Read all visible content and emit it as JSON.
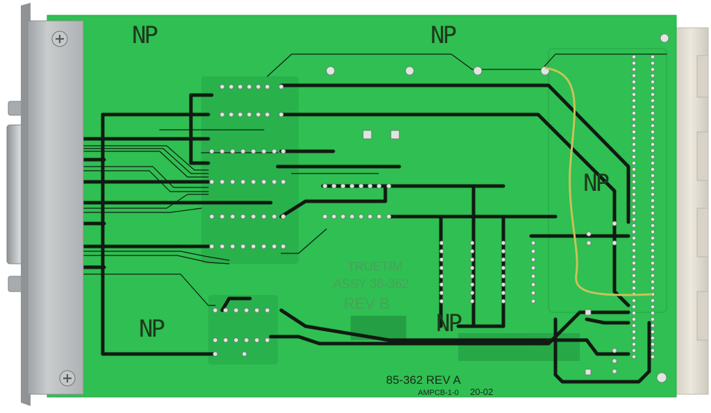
{
  "board": {
    "part_number": "85-362 REV A",
    "fab_code": "AMPCB-1-0",
    "date_code": "20-02",
    "np_marks": [
      "NP",
      "NP",
      "NP",
      "NP",
      "NP"
    ]
  },
  "colors": {
    "solder_mask": "#2fbf52",
    "trace": "#111a12",
    "bracket": "#b9bcbd",
    "connector": "#e3dfd4"
  }
}
